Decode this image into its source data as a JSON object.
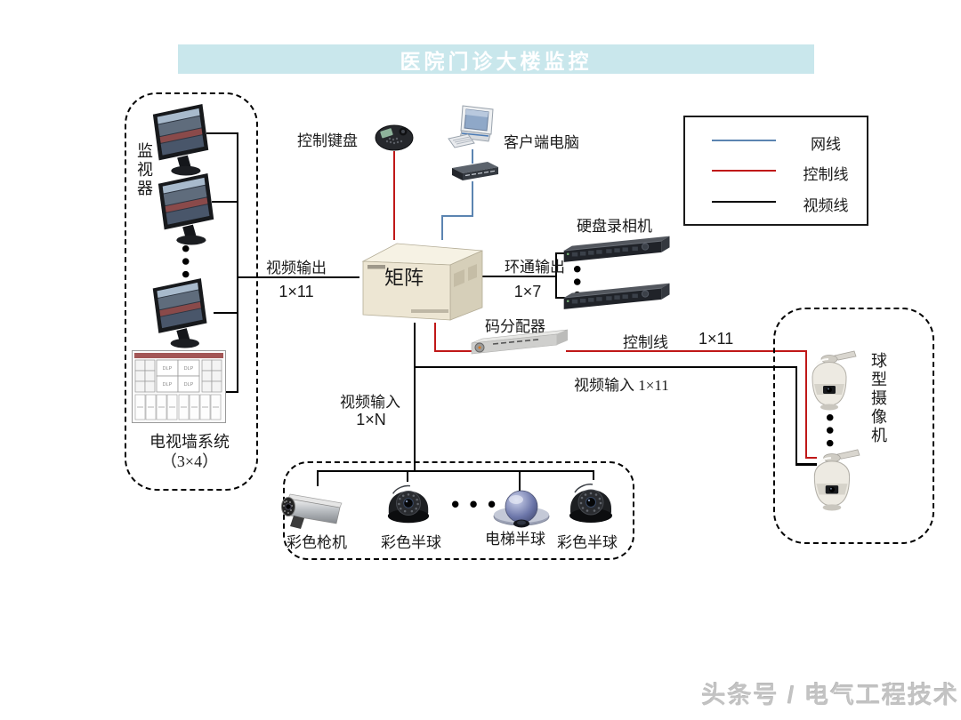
{
  "title": "医院门诊大楼监控",
  "legend": {
    "network": "网线",
    "control": "控制线",
    "video": "视频线"
  },
  "colors": {
    "banner_bg": "#c9e7ec",
    "network_line": "#5b84b1",
    "control_line": "#c01818",
    "video_line": "#000000"
  },
  "left_panel": {
    "monitors_label": "监视器",
    "dots": "•••",
    "tv_wall": {
      "dlp": [
        "DLP",
        "DLP",
        "DLP",
        "DLP"
      ],
      "label": "电视墙系统",
      "size": "（3×4）"
    }
  },
  "top_devices": {
    "keyboard_label": "控制键盘",
    "client_pc_label": "客户端电脑"
  },
  "matrix_label": "矩阵",
  "links": {
    "video_out_label": "视频输出",
    "video_out_count": "1×11",
    "loop_out_label": "环通输出",
    "loop_out_count": "1×7",
    "control_label": "控制线",
    "control_count": "1×11",
    "video_in_right_label": "视频输入 1×11",
    "video_in_bottom_label": "视频输入",
    "video_in_bottom_count": "1×N"
  },
  "dvr": {
    "label": "硬盘录相机",
    "dots": "•••"
  },
  "distributor_label": "码分配器",
  "camera_panel": {
    "dots": "•••",
    "items": [
      {
        "label": "彩色枪机"
      },
      {
        "label": "彩色半球"
      },
      {
        "label": "电梯半球"
      },
      {
        "label": "彩色半球"
      }
    ]
  },
  "dome_panel": {
    "label": "球型摄像机",
    "dots": "•••"
  },
  "watermark": "头条号 / 电气工程技术"
}
